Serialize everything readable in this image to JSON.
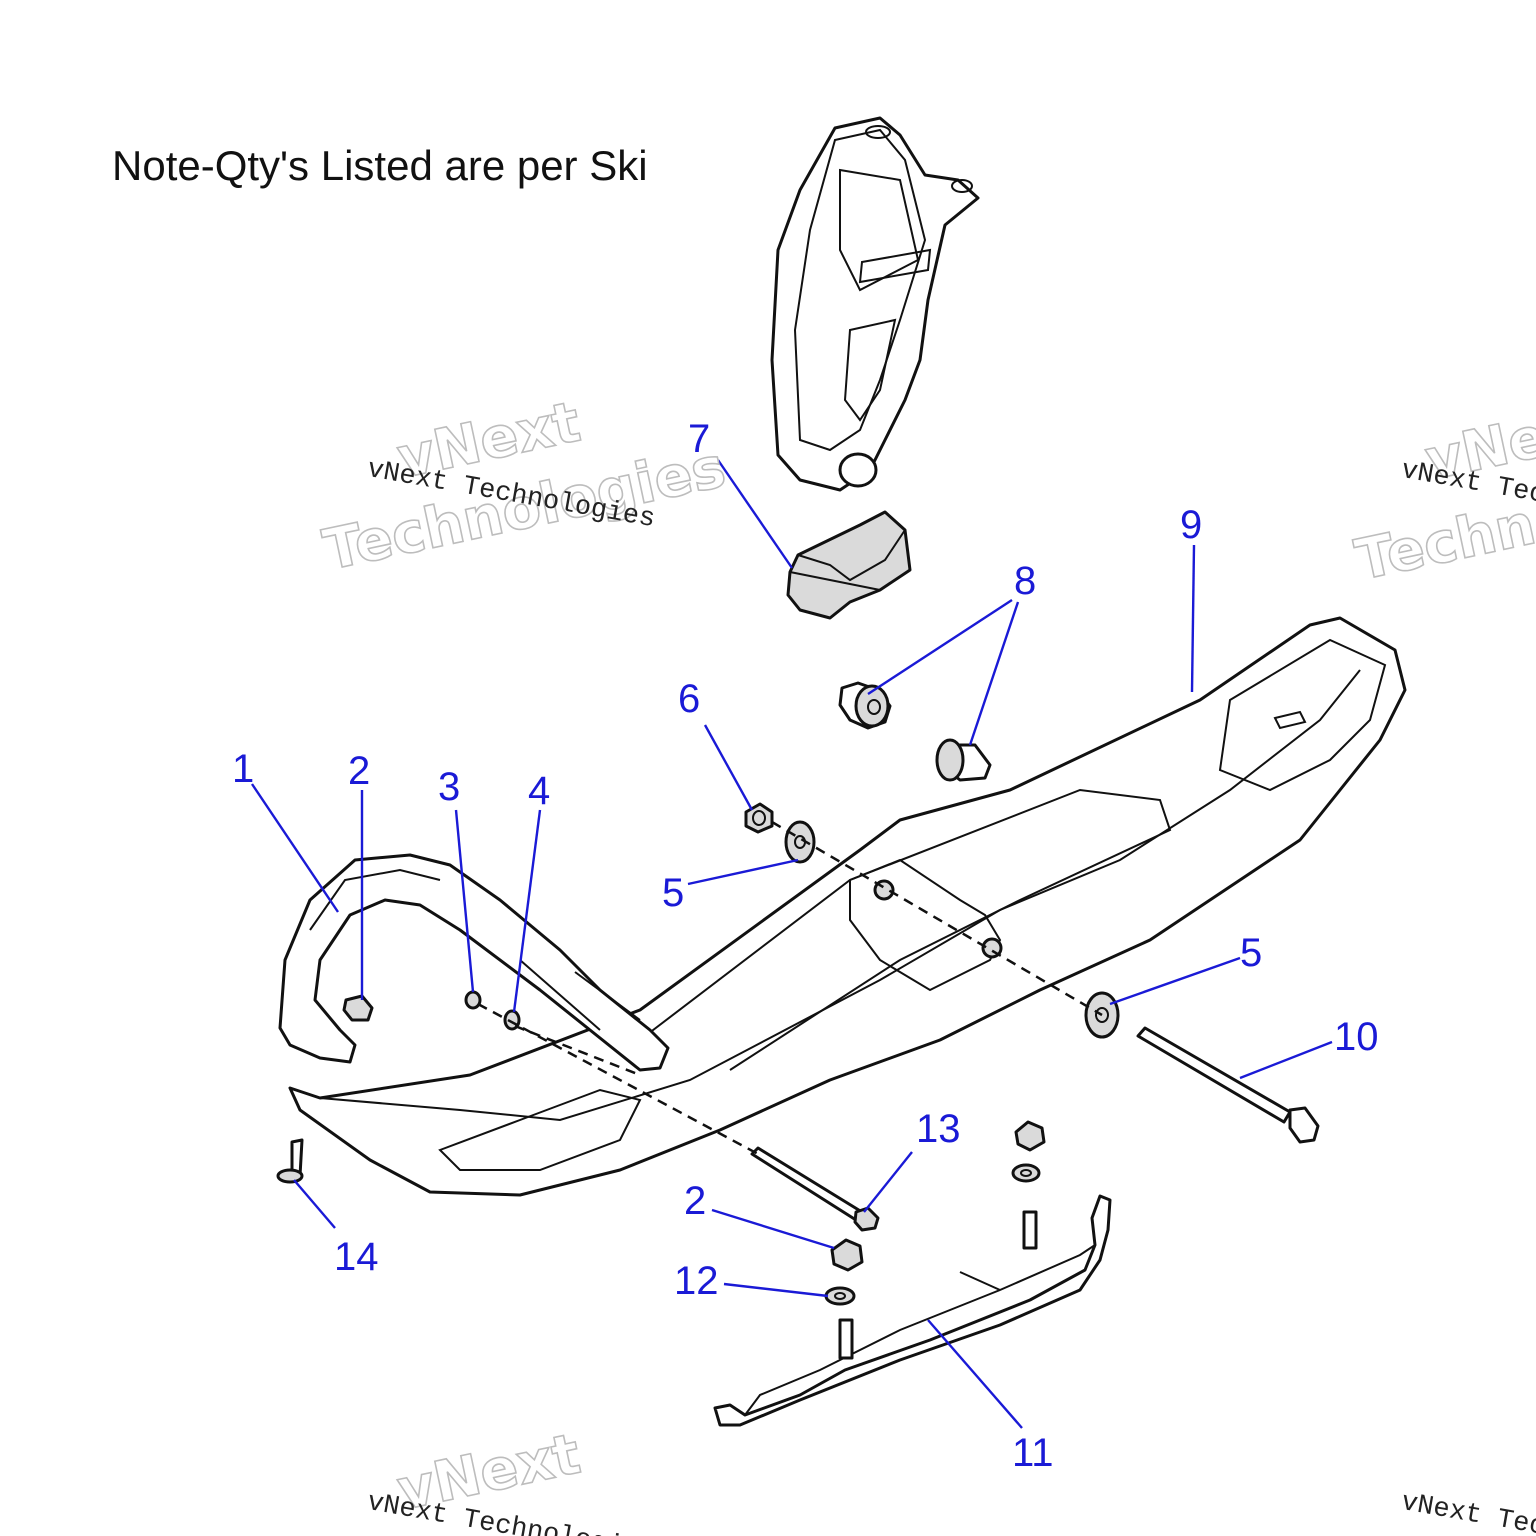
{
  "note": "Note-Qty's Listed are per Ski",
  "watermark": {
    "small_text": "vNext Technologies",
    "big_line1": "vNext",
    "big_line2": "Technologies"
  },
  "callouts": [
    {
      "id": "c1",
      "label": "1"
    },
    {
      "id": "c2a",
      "label": "2"
    },
    {
      "id": "c3",
      "label": "3"
    },
    {
      "id": "c4",
      "label": "4"
    },
    {
      "id": "c5a",
      "label": "5"
    },
    {
      "id": "c5b",
      "label": "5"
    },
    {
      "id": "c6",
      "label": "6"
    },
    {
      "id": "c7",
      "label": "7"
    },
    {
      "id": "c8",
      "label": "8"
    },
    {
      "id": "c9",
      "label": "9"
    },
    {
      "id": "c10",
      "label": "10"
    },
    {
      "id": "c11",
      "label": "11"
    },
    {
      "id": "c12",
      "label": "12"
    },
    {
      "id": "c13",
      "label": "13"
    },
    {
      "id": "c2b",
      "label": "2"
    },
    {
      "id": "c14",
      "label": "14"
    }
  ],
  "colors": {
    "callout": "#1a1ad6",
    "line": "#111111",
    "part_fill": "#ffffff",
    "shade": "#dadada"
  }
}
